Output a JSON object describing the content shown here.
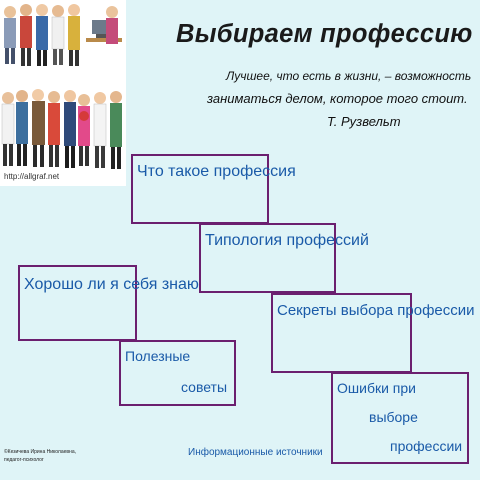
{
  "slide": {
    "title": "Выбираем профессию",
    "quote": {
      "line1": "Лучшее, что есть в жизни, – возможность",
      "line2": "заниматься делом, которое того стоит.",
      "author": "Т. Рузвельт"
    },
    "image_credit": "http://allgraf.net",
    "topics": {
      "what_is_profession": "Что такое профессия",
      "typology": "Типология профессий",
      "self_knowledge": "Хорошо ли я себя знаю",
      "secrets": "Секреты выбора профессии",
      "tips_line1": "Полезные",
      "tips_line2": "советы",
      "mistakes_line1": "Ошибки при",
      "mistakes_line2": "выборе",
      "mistakes_line3": "профессии"
    },
    "info_sources": "Информационные источники",
    "copyright": {
      "line1": "©Кезичева Ирина Николаевна,",
      "line2": "педагог-психолог"
    }
  },
  "colors": {
    "background": "#dff4f7",
    "box_border": "#6b1f6f",
    "link_text": "#1a5aa8"
  }
}
